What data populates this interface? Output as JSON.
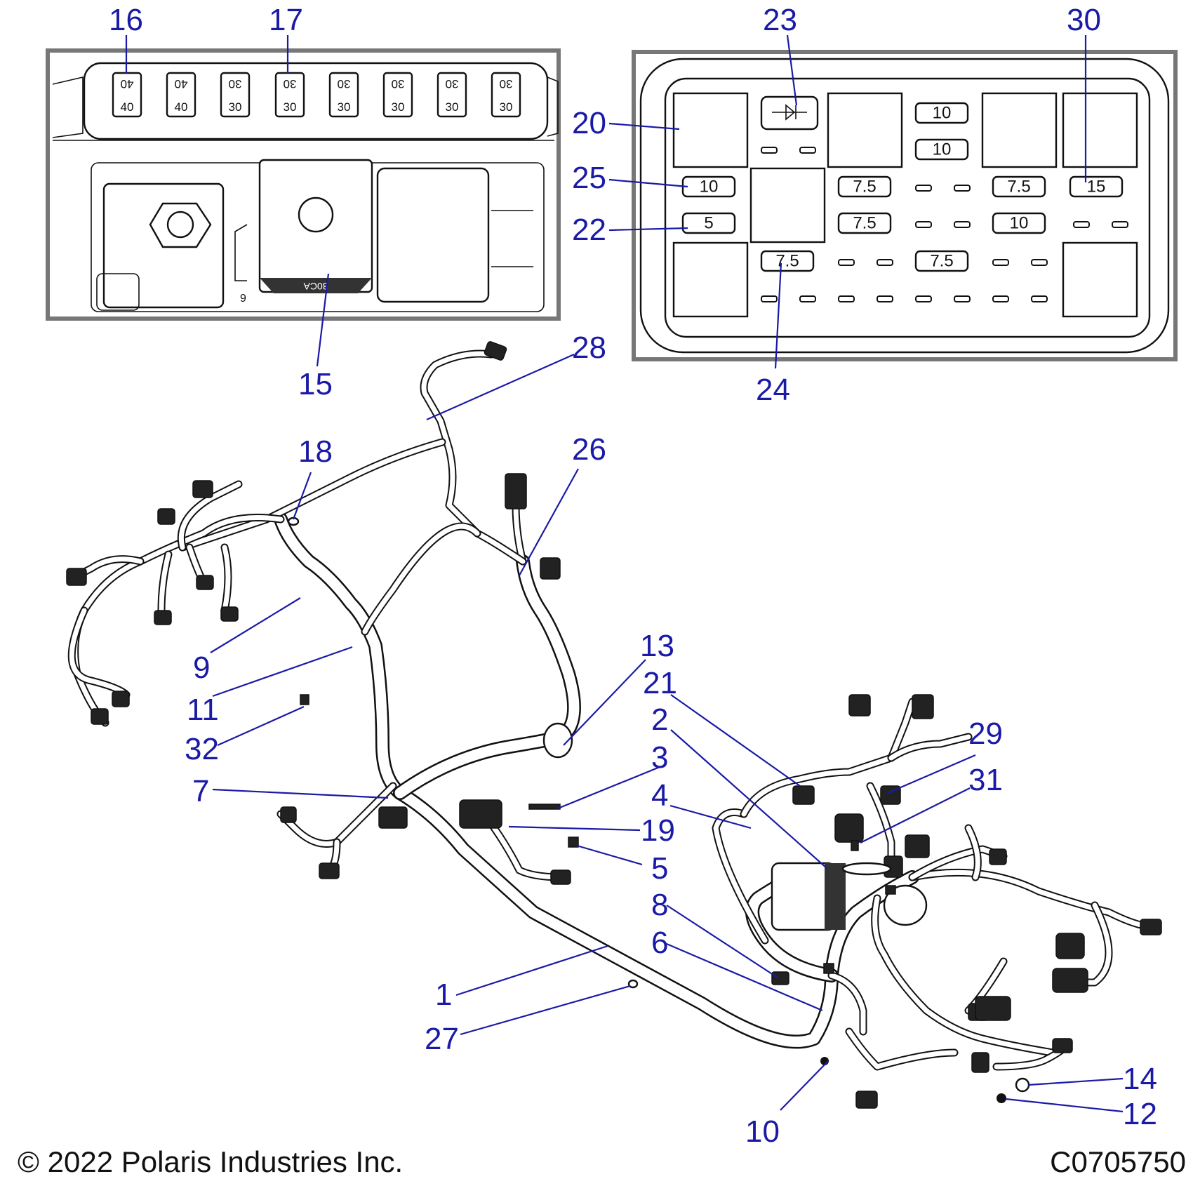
{
  "callouts": [
    {
      "id": "16",
      "label": "16"
    },
    {
      "id": "17",
      "label": "17"
    },
    {
      "id": "23",
      "label": "23"
    },
    {
      "id": "30",
      "label": "30"
    },
    {
      "id": "20",
      "label": "20"
    },
    {
      "id": "25",
      "label": "25"
    },
    {
      "id": "22",
      "label": "22"
    },
    {
      "id": "24",
      "label": "24"
    },
    {
      "id": "15",
      "label": "15"
    },
    {
      "id": "28",
      "label": "28"
    },
    {
      "id": "18",
      "label": "18"
    },
    {
      "id": "26",
      "label": "26"
    },
    {
      "id": "9",
      "label": "9"
    },
    {
      "id": "11",
      "label": "11"
    },
    {
      "id": "32",
      "label": "32"
    },
    {
      "id": "13",
      "label": "13"
    },
    {
      "id": "21",
      "label": "21"
    },
    {
      "id": "2",
      "label": "2"
    },
    {
      "id": "3",
      "label": "3"
    },
    {
      "id": "29",
      "label": "29"
    },
    {
      "id": "4",
      "label": "4"
    },
    {
      "id": "31",
      "label": "31"
    },
    {
      "id": "7",
      "label": "7"
    },
    {
      "id": "19",
      "label": "19"
    },
    {
      "id": "5",
      "label": "5"
    },
    {
      "id": "8",
      "label": "8"
    },
    {
      "id": "6",
      "label": "6"
    },
    {
      "id": "1",
      "label": "1"
    },
    {
      "id": "27",
      "label": "27"
    },
    {
      "id": "14",
      "label": "14"
    },
    {
      "id": "12",
      "label": "12"
    },
    {
      "id": "10",
      "label": "10"
    }
  ],
  "left_fuse_block": {
    "fuses": [
      {
        "top": "40",
        "bottom": "40"
      },
      {
        "top": "40",
        "bottom": "40"
      },
      {
        "top": "30",
        "bottom": "30"
      },
      {
        "top": "30",
        "bottom": "30"
      },
      {
        "top": "30",
        "bottom": "30"
      },
      {
        "top": "30",
        "bottom": "30"
      },
      {
        "top": "30",
        "bottom": "30"
      },
      {
        "top": "30",
        "bottom": "30"
      }
    ],
    "relay_mark": "9",
    "relay_text": "30CA"
  },
  "right_fuse_block": {
    "fuses": [
      "10",
      "10",
      "10",
      "7.5",
      "7.5",
      "15",
      "5",
      "7.5",
      "10",
      "7.5",
      "7.5"
    ]
  },
  "footer": {
    "copyright": "© 2022 Polaris Industries Inc.",
    "figure_code": "C0705750"
  }
}
